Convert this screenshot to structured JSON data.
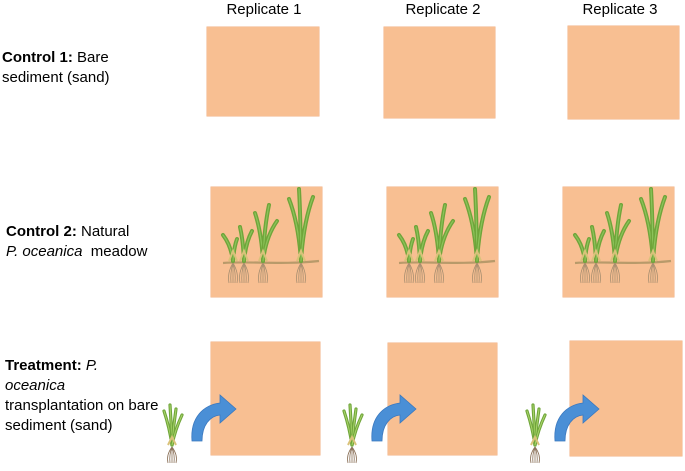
{
  "column_headers": [
    "Replicate 1",
    "Replicate 2",
    "Replicate 3"
  ],
  "rows": [
    {
      "bold": "Control 1:",
      "rest": " Bare",
      "line2": "sediment (sand)"
    },
    {
      "bold": "Control 2:",
      "rest": " Natural",
      "line2_italic": "P. oceanica",
      "line2_rest": "  meadow"
    },
    {
      "bold": "Treatment:",
      "rest_italic": " P.",
      "line2_italic": "oceanica",
      "line3": "transplantation on bare",
      "line4": "sediment (sand)"
    }
  ],
  "colors": {
    "sand": "#f8bf92",
    "arrow": "#4a8fd6",
    "leaf": "#6fa53a",
    "rhizome": "#b89a6a"
  },
  "icons": [
    "seagrass-meadow-icon",
    "seagrass-shoot-icon",
    "blue-curved-arrow-icon"
  ]
}
